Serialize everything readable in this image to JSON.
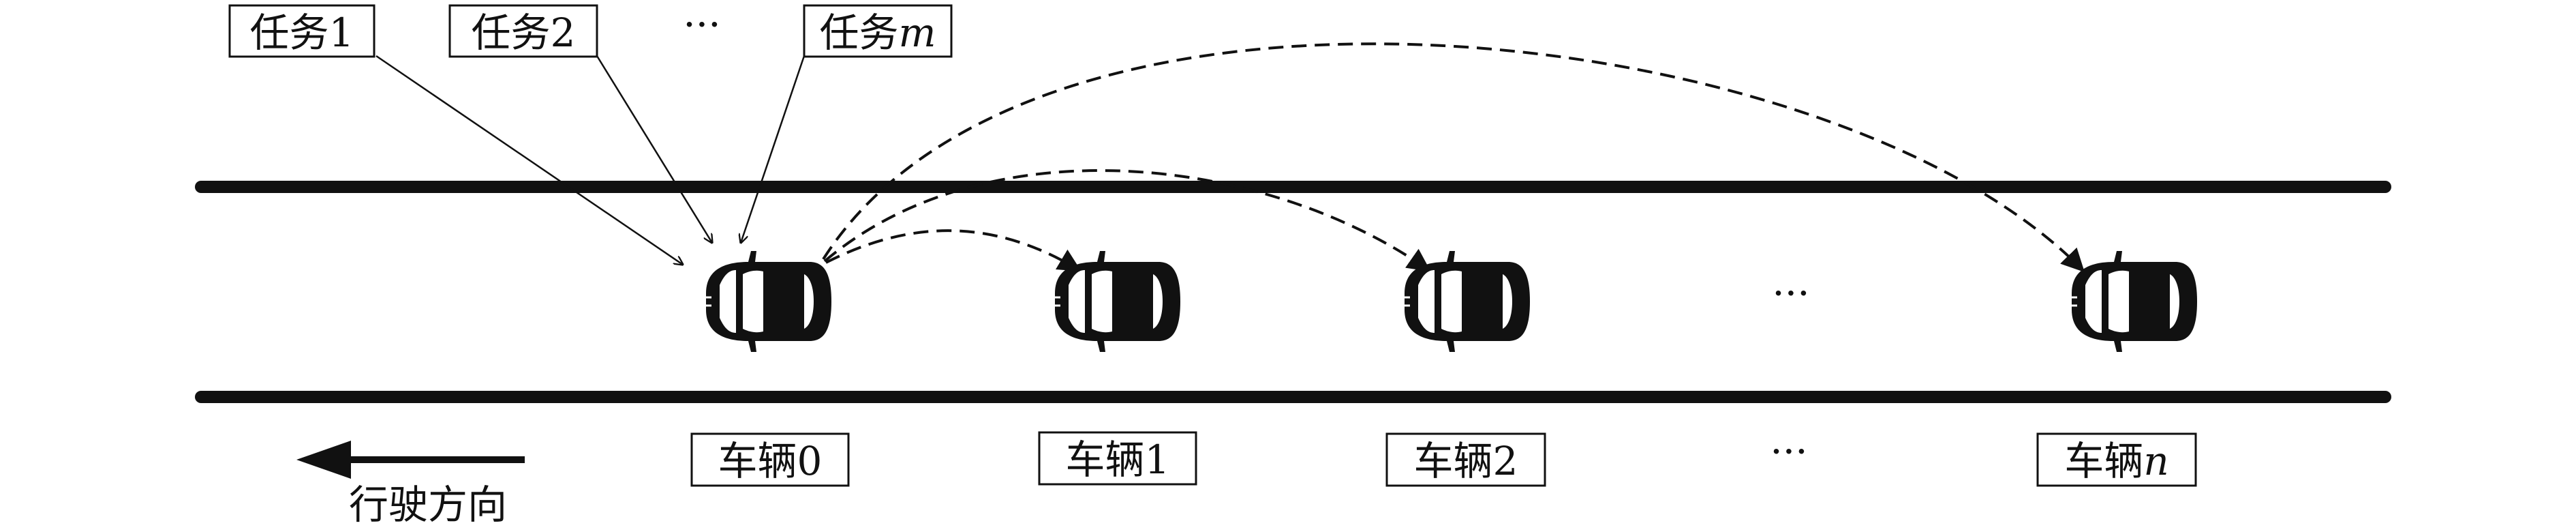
{
  "tasks": [
    {
      "prefix": "任务",
      "suffix": "1",
      "suffix_italic": false
    },
    {
      "prefix": "任务",
      "suffix": "2",
      "suffix_italic": false
    },
    {
      "prefix": "任务",
      "suffix": "m",
      "suffix_italic": true
    }
  ],
  "task_ellipsis": "···",
  "vehicles": [
    {
      "prefix": "车辆",
      "suffix": "0",
      "suffix_italic": false
    },
    {
      "prefix": "车辆",
      "suffix": "1",
      "suffix_italic": false
    },
    {
      "prefix": "车辆",
      "suffix": "2",
      "suffix_italic": false
    },
    {
      "prefix": "车辆",
      "suffix": "n",
      "suffix_italic": true
    }
  ],
  "vehicle_ellipsis": "···",
  "road_ellipsis": "···",
  "direction_label": "行驶方向",
  "colors": {
    "ink": "#111111",
    "background": "#ffffff"
  },
  "icons": {
    "vehicle": "car-icon",
    "direction": "arrow-left-icon"
  }
}
